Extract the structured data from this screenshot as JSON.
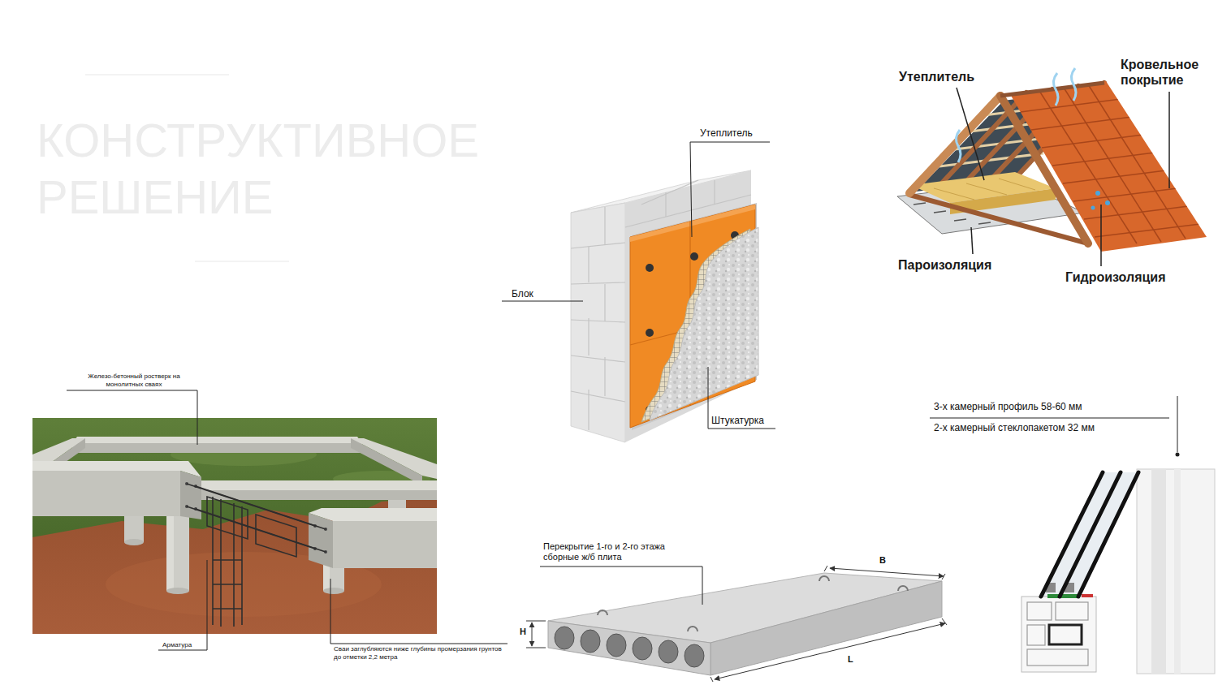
{
  "diagram": {
    "labels": [
      "КОНСТРУКТИВНОЕ РЕШЕНИЕ",
      "Утеплитель",
      "Блок",
      "Штукатурка",
      "Утеплитель",
      "Кровельное покрытие",
      "Пароизоляция",
      "Гидроизоляция",
      "Железо-бетонный ростверк на монолитных сваях",
      "Арматура",
      "Сваи заглубляются ниже глубины промерзания грунтов до отметки 2,2 метра",
      "Перекрытие 1-го и 2-го этажа сборные ж/б плита",
      "B",
      "H",
      "L",
      "3-х камерный профиль 58-60 мм",
      "2-х камерный стеклопакетом 32 мм"
    ]
  }
}
